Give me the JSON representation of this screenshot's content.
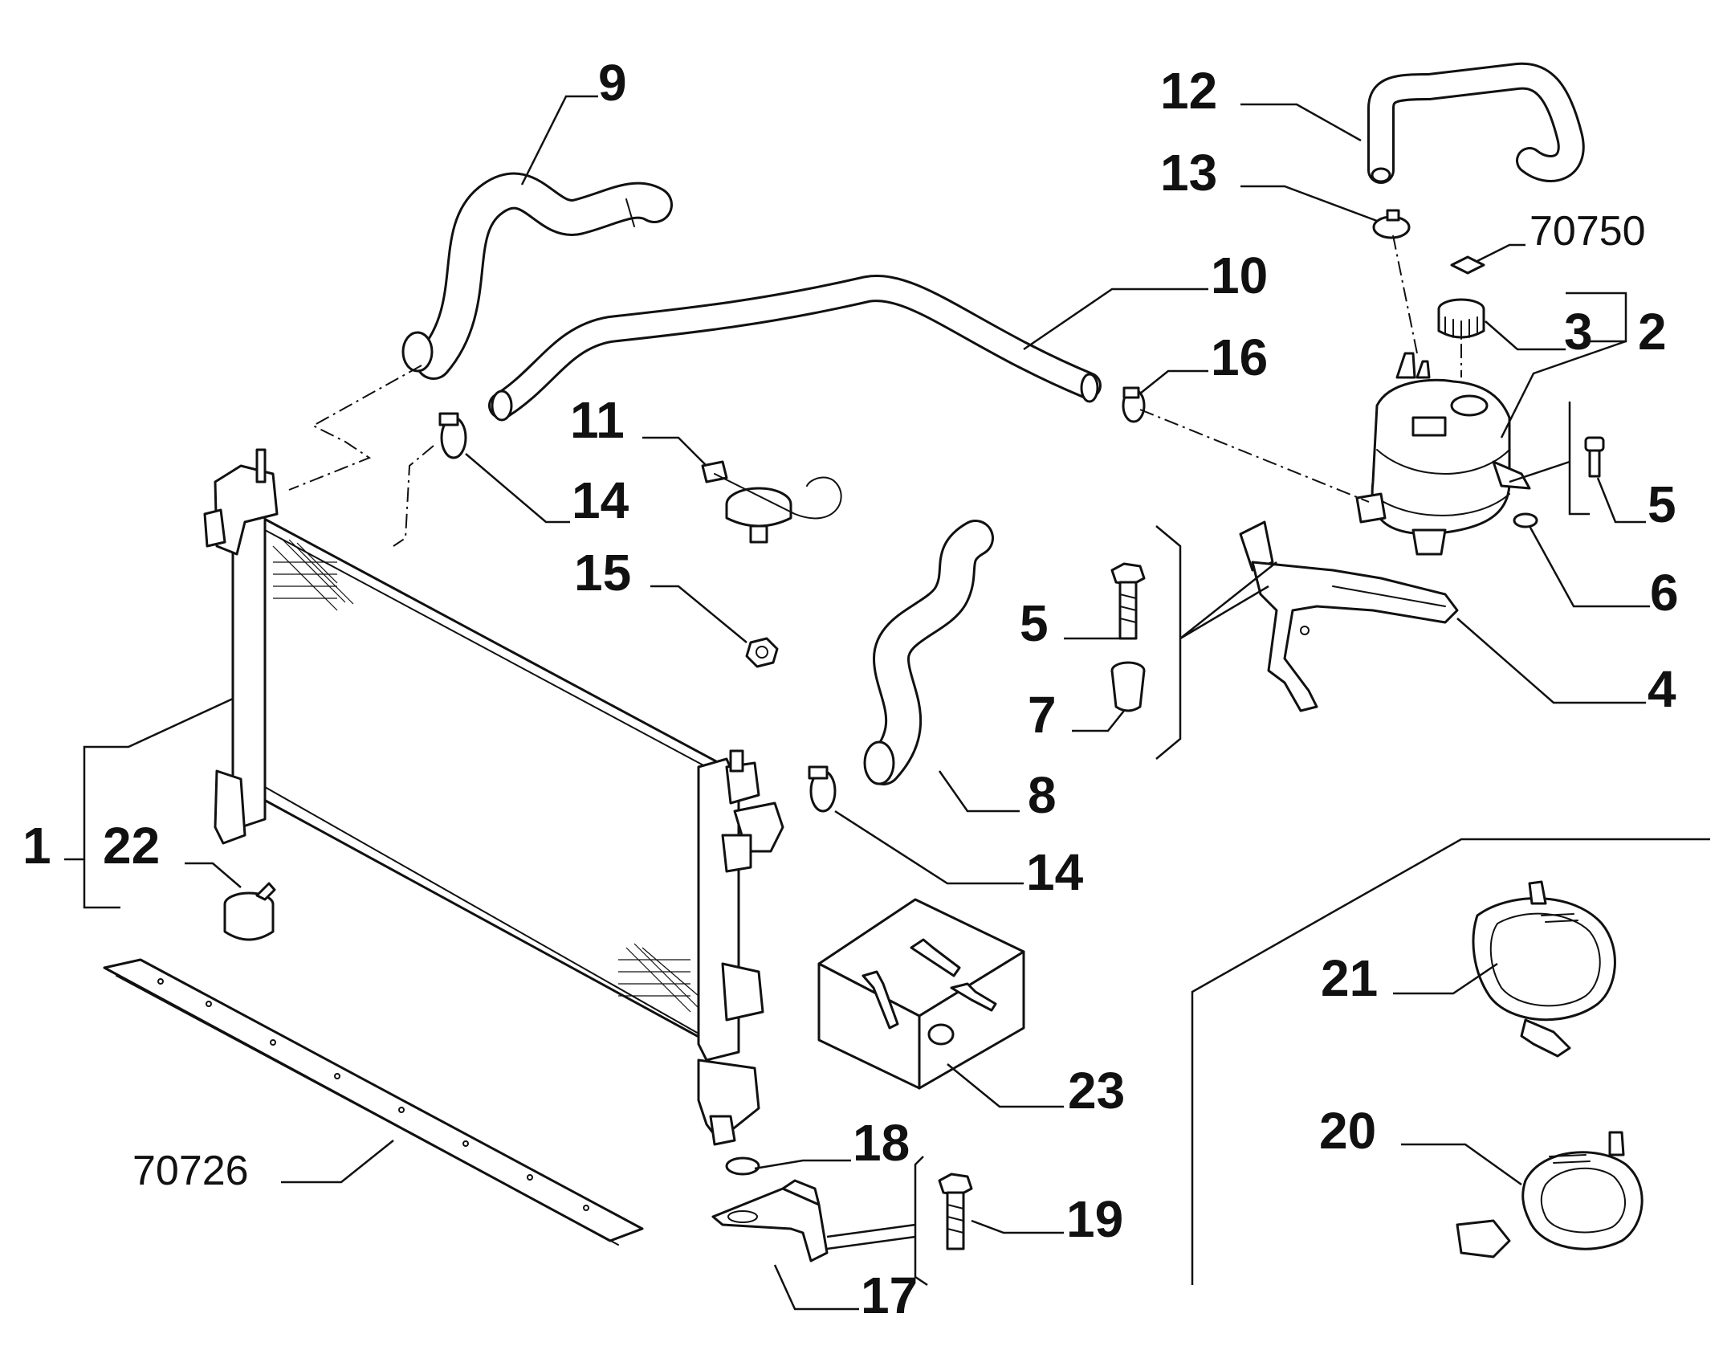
{
  "diagram": {
    "labels": {
      "p1": "1",
      "p2": "2",
      "p3": "3",
      "p4": "4",
      "p5a": "5",
      "p5b": "5",
      "p6": "6",
      "p7": "7",
      "p8": "8",
      "p9": "9",
      "p10": "10",
      "p11": "11",
      "p12": "12",
      "p13": "13",
      "p14a": "14",
      "p14b": "14",
      "p15": "15",
      "p16": "16",
      "p17": "17",
      "p18": "18",
      "p19": "19",
      "p20": "20",
      "p21": "21",
      "p22": "22",
      "p23": "23",
      "ref70750": "70750",
      "ref70726": "70726"
    }
  }
}
